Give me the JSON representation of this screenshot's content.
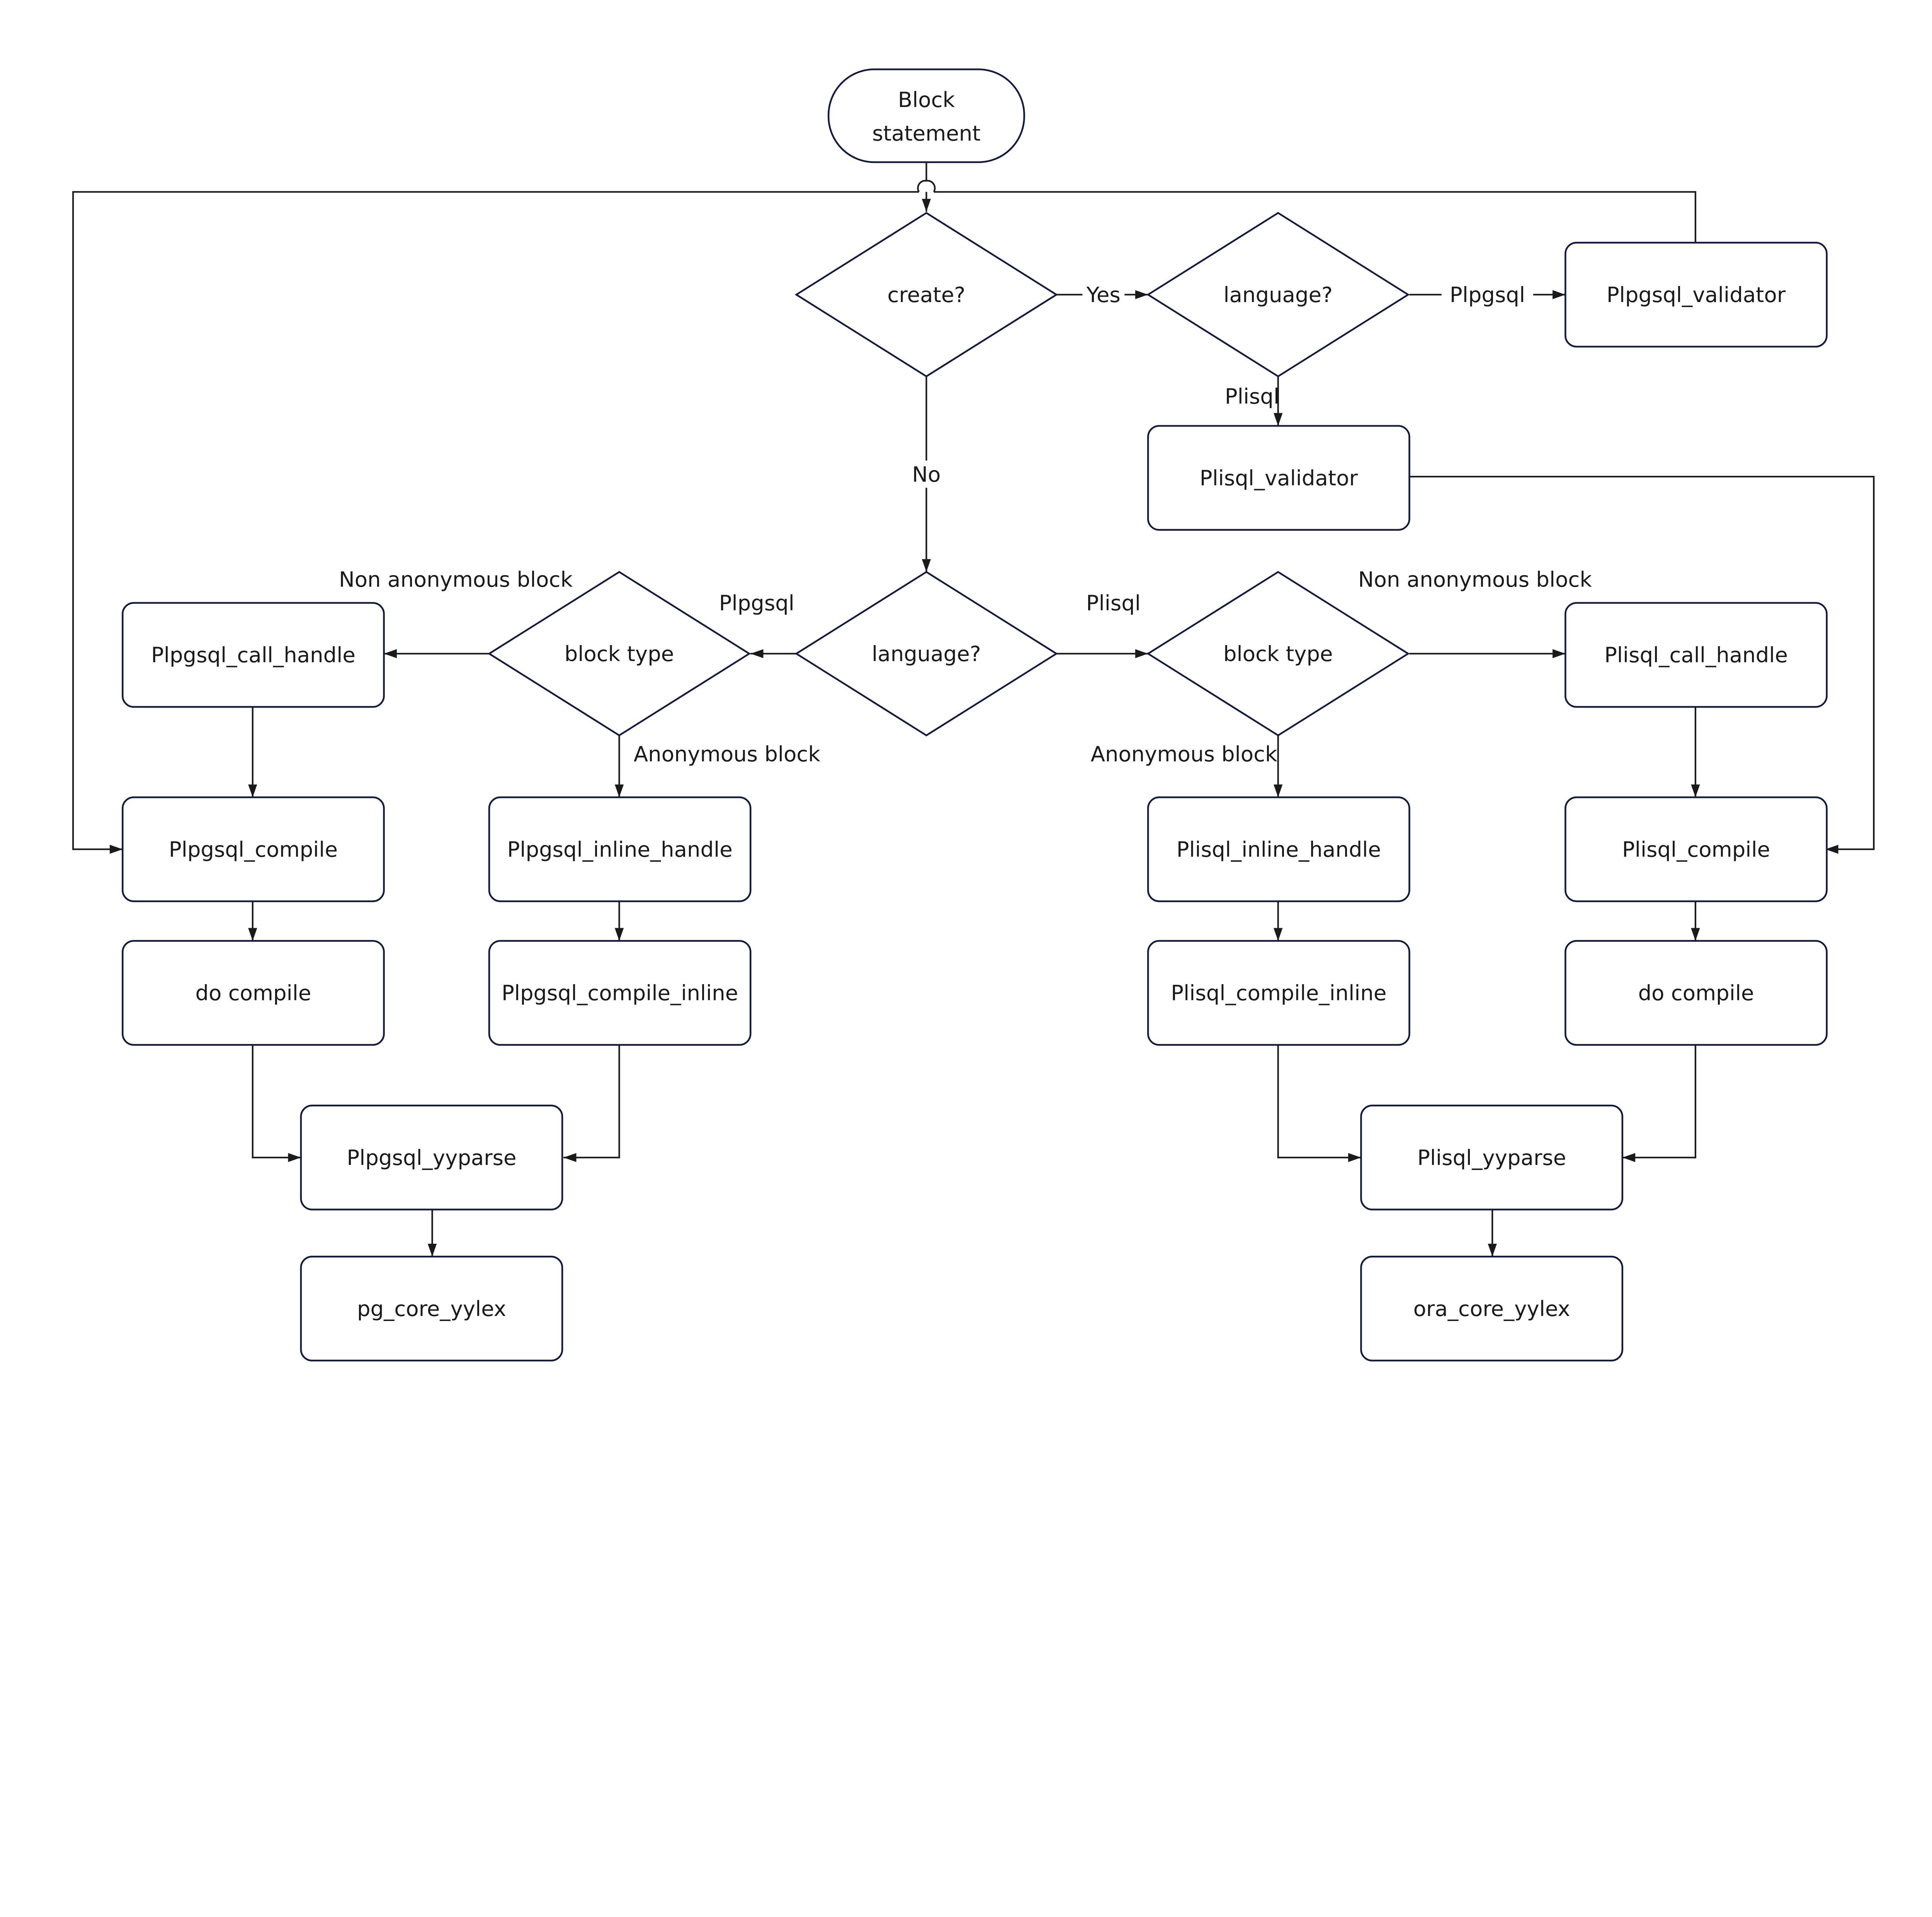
{
  "nodes": {
    "start": [
      "Block",
      "statement"
    ],
    "create_decision": "create?",
    "language_decision_create": "language?",
    "plpgsql_validator": "Plpgsql_validator",
    "plisql_validator": "Plisql_validator",
    "language_decision_exec": "language?",
    "block_type_left": "block type",
    "block_type_right": "block type",
    "plpgsql_call_handle": "Plpgsql_call_handle",
    "plisql_call_handle": "Plisql_call_handle",
    "plpgsql_compile": "Plpgsql_compile",
    "plpgsql_inline_handle": "Plpgsql_inline_handle",
    "plisql_inline_handle": "Plisql_inline_handle",
    "plisql_compile": "Plisql_compile",
    "do_compile_left": "do compile",
    "plpgsql_compile_inline": "Plpgsql_compile_inline",
    "plisql_compile_inline": "Plisql_compile_inline",
    "do_compile_right": "do compile",
    "plpgsql_yyparse": "Plpgsql_yyparse",
    "plisql_yyparse": "Plisql_yyparse",
    "pg_core_yylex": "pg_core_yylex",
    "ora_core_yylex": "ora_core_yylex"
  },
  "edge_labels": {
    "yes": "Yes",
    "no": "No",
    "plpgsql_top": "Plpgsql",
    "plisql_top": "Plisql",
    "plpgsql_mid": "Plpgsql",
    "plisql_mid": "Plisql",
    "non_anon_left": "Non anonymous block",
    "anon_left": "Anonymous block",
    "non_anon_right": "Non anonymous block",
    "anon_right": "Anonymous block"
  },
  "colors": {
    "shape_stroke": "#141a3c",
    "line": "#1a1a1a",
    "background": "#ffffff"
  }
}
